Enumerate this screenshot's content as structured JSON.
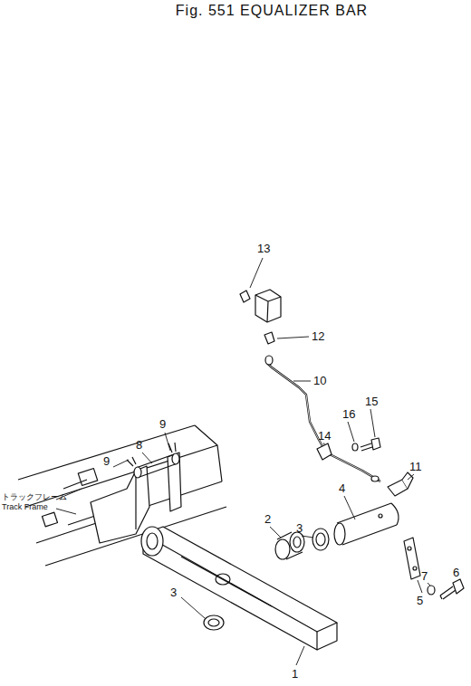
{
  "diagram": {
    "title": "Fig. 551  EQUALIZER BAR",
    "labels": [
      "13",
      "12",
      "10",
      "15",
      "16",
      "9",
      "9",
      "8",
      "14",
      "11",
      "4",
      "トラックフレーム",
      "Track Frame",
      "2",
      "3",
      "5",
      "3",
      "7",
      "6",
      "1"
    ]
  }
}
